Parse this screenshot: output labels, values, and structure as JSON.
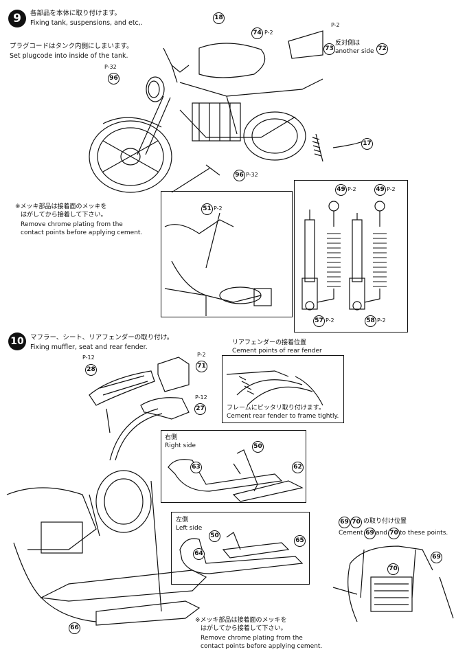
{
  "step9": {
    "number": "9",
    "title_jp": "各部品を本体に取り付けます。",
    "title_en": "Fixing tank, suspensions, and etc,.",
    "note_plug_jp": "プラグコードはタンク内側にしまいます。",
    "note_plug_en": "Set plugcode into inside of the tank.",
    "note_other_side_jp": "反対側は",
    "note_other_side_en": "another side",
    "chrome_note": [
      "※メッキ部品は接着面のメッキを",
      "はがしてから接着して下さい。",
      "Remove chrome plating from the",
      "contact points before applying cement."
    ],
    "parts": [
      {
        "num": "18",
        "ref": ""
      },
      {
        "num": "74",
        "ref": "P-2"
      },
      {
        "num": "",
        "ref": "P-2"
      },
      {
        "num": "73",
        "ref": ""
      },
      {
        "num": "72",
        "ref": ""
      },
      {
        "num": "96",
        "ref": "P-32"
      },
      {
        "num": "17",
        "ref": ""
      },
      {
        "num": "96",
        "ref": "P-32"
      },
      {
        "num": "51",
        "ref": "P-2"
      },
      {
        "num": "49",
        "ref": "P-2"
      },
      {
        "num": "49",
        "ref": "P-2"
      },
      {
        "num": "57",
        "ref": "P-2"
      },
      {
        "num": "58",
        "ref": "P-2"
      }
    ]
  },
  "step10": {
    "number": "10",
    "title_jp": "マフラー、シート、リアフェンダーの取り付け。",
    "title_en": "Fixing muffler, seat and rear fender.",
    "fender_box_jp": "リアフェンダーの接着位置",
    "fender_box_en": "Cement points of rear fender",
    "fender_tight_jp": "フレームにピッタリ取り付けます。",
    "fender_tight_en": "Cement rear fender to frame tightly.",
    "right_jp": "右側",
    "right_en": "Right side",
    "left_jp": "左側",
    "left_en": "Left side",
    "cement_jp": "の取り付け位置",
    "cement_en_a": "Cement",
    "cement_en_b": "and",
    "cement_en_c": "to these points.",
    "chrome_note": [
      "※メッキ部品は接着面のメッキを",
      "はがしてから接着して下さい。",
      "Remove chrome plating from the",
      "contact points before applying cement."
    ],
    "parts": [
      {
        "num": "28",
        "ref": "P-12"
      },
      {
        "num": "71",
        "ref": "P-2"
      },
      {
        "num": "27",
        "ref": "P-12"
      },
      {
        "num": "50",
        "ref": ""
      },
      {
        "num": "63",
        "ref": ""
      },
      {
        "num": "62",
        "ref": ""
      },
      {
        "num": "50",
        "ref": ""
      },
      {
        "num": "64",
        "ref": ""
      },
      {
        "num": "65",
        "ref": ""
      },
      {
        "num": "69",
        "ref": ""
      },
      {
        "num": "70",
        "ref": ""
      },
      {
        "num": "66",
        "ref": ""
      }
    ]
  }
}
